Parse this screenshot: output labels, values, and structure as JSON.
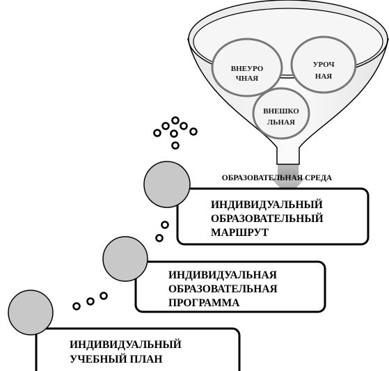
{
  "funnel": {
    "circle_left": {
      "line1": "ВНЕУРО",
      "line2": "ЧНАЯ"
    },
    "circle_right": {
      "line1": "УРОЧ",
      "line2": "НАЯ"
    },
    "circle_bottom": {
      "line1": "ВНЕШКО",
      "line2": "ЛЬНАЯ"
    }
  },
  "environment_label": "ОБРАЗОВАТЕЛЬНАЯ СРЕДА",
  "steps": {
    "route": {
      "line1": "ИНДИВИДУАЛЬНЫЙ",
      "line2": "ОБРАЗОВАТЕЛЬНЫЙ",
      "line3": "МАРШРУТ"
    },
    "program": {
      "line1": "ИНДИВИДУАЛЬНАЯ",
      "line2": "ОБРАЗОВАТЕЛЬНАЯ",
      "line3": "ПРОГРАММА"
    },
    "plan": {
      "line1": "ИНДИВИДУАЛЬНЫЙ",
      "line2": "УЧЕБНЫЙ ПЛАН"
    }
  },
  "colors": {
    "outline": "#000000",
    "funnel_fill": "#f2f2f2",
    "funnel_ring": "#777777",
    "step_circle": "#c8c8c8",
    "arrow": "#b3b3b3"
  }
}
